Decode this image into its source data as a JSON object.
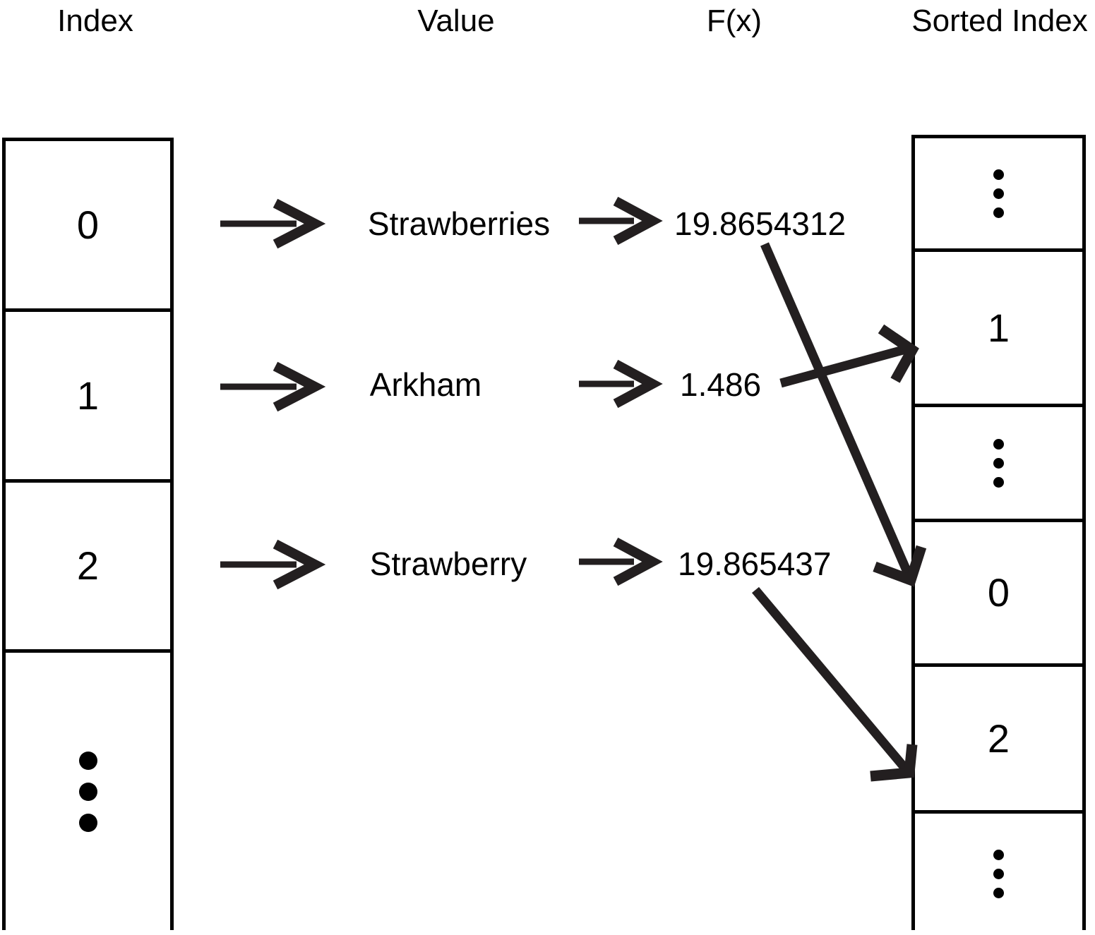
{
  "headers": {
    "index": "Index",
    "value": "Value",
    "fx": "F(x)",
    "sorted_index": "Sorted Index"
  },
  "index_table": {
    "cells": [
      {
        "label": "0",
        "kind": "number"
      },
      {
        "label": "1",
        "kind": "number"
      },
      {
        "label": "2",
        "kind": "number"
      },
      {
        "label": "",
        "kind": "ellipsis"
      }
    ]
  },
  "rows": [
    {
      "index": "0",
      "value": "Strawberries",
      "fx": "19.8654312",
      "maps_to_sorted_index": "0"
    },
    {
      "index": "1",
      "value": "Arkham",
      "fx": "1.486",
      "maps_to_sorted_index": "1"
    },
    {
      "index": "2",
      "value": "Strawberry",
      "fx": "19.865437",
      "maps_to_sorted_index": "2"
    }
  ],
  "sorted_index_table": {
    "cells": [
      {
        "label": "",
        "kind": "ellipsis"
      },
      {
        "label": "1",
        "kind": "number"
      },
      {
        "label": "",
        "kind": "ellipsis"
      },
      {
        "label": "0",
        "kind": "number"
      },
      {
        "label": "2",
        "kind": "number"
      },
      {
        "label": "",
        "kind": "ellipsis"
      }
    ]
  },
  "colors": {
    "stroke": "#000000",
    "arrow": "#231f20",
    "background": "#ffffff"
  },
  "chart_data": {
    "type": "diagram",
    "title": "",
    "columns": [
      "Index",
      "Value",
      "F(x)",
      "Sorted Index"
    ],
    "mappings": [
      {
        "from_fx": "19.8654312",
        "to_sorted_cell": "0"
      },
      {
        "from_fx": "1.486",
        "to_sorted_cell": "1"
      },
      {
        "from_fx": "19.865437",
        "to_sorted_cell": "2"
      }
    ]
  }
}
